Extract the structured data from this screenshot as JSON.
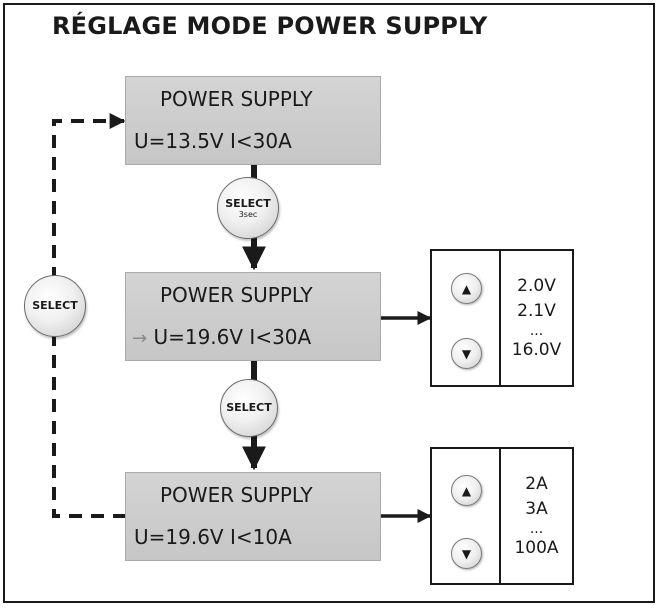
{
  "title": "RÉGLAGE MODE POWER SUPPLY",
  "displays": [
    {
      "line1": "POWER SUPPLY",
      "line2": "U=13.5V I<30A"
    },
    {
      "line1": "POWER SUPPLY",
      "line2": "U=19.6V I<30A",
      "cursor": "→"
    },
    {
      "line1": "POWER SUPPLY",
      "line2": "U=19.6V I<10A"
    }
  ],
  "buttons": {
    "select_3sec": {
      "label": "SELECT",
      "sub": "3sec"
    },
    "select_mid": {
      "label": "SELECT"
    },
    "select_loop": {
      "label": "SELECT"
    }
  },
  "voltage_panel": {
    "up_icon": "▲",
    "down_icon": "▼",
    "values": [
      "2.0V",
      "2.1V",
      "...",
      "16.0V"
    ]
  },
  "current_panel": {
    "up_icon": "▲",
    "down_icon": "▼",
    "values": [
      "2A",
      "3A",
      "...",
      "100A"
    ]
  }
}
